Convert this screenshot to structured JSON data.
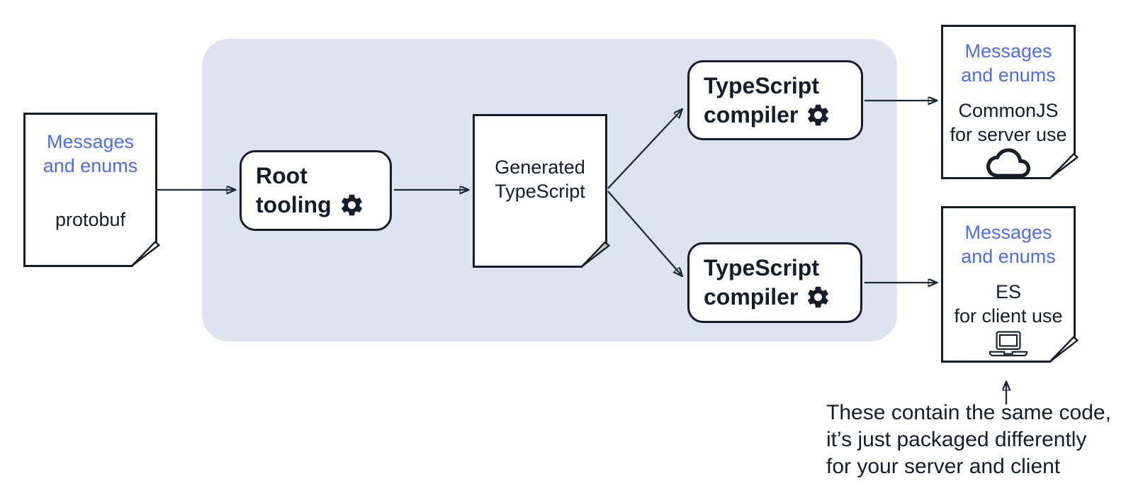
{
  "colors": {
    "accent_blue": "#4c6cf3",
    "ink": "#141e2a",
    "panel_bg": "#dee3f1",
    "fold_gray": "#cac9c4",
    "background": "#ffffff"
  },
  "diagram": {
    "source_doc": {
      "heading": [
        "Messages",
        "and enums"
      ],
      "label": "protobuf"
    },
    "root_tooling": {
      "lines": [
        "Root",
        "tooling"
      ],
      "icon": "gear-icon"
    },
    "generated_doc": {
      "lines": [
        "Generated",
        "TypeScript"
      ]
    },
    "compiler_top": {
      "lines": [
        "TypeScript",
        "compiler"
      ],
      "icon": "gear-icon"
    },
    "compiler_bottom": {
      "lines": [
        "TypeScript",
        "compiler"
      ],
      "icon": "gear-icon"
    },
    "server_doc": {
      "heading": [
        "Messages",
        "and enums"
      ],
      "label": [
        "CommonJS",
        "for server use"
      ],
      "icon": "cloud-icon"
    },
    "client_doc": {
      "heading": [
        "Messages",
        "and enums"
      ],
      "label": [
        "ES",
        "for client use"
      ],
      "icon": "laptop-icon"
    },
    "annotation": {
      "lines": [
        "These contain the same code,",
        "it’s just packaged differently",
        "for your server and client"
      ]
    }
  }
}
